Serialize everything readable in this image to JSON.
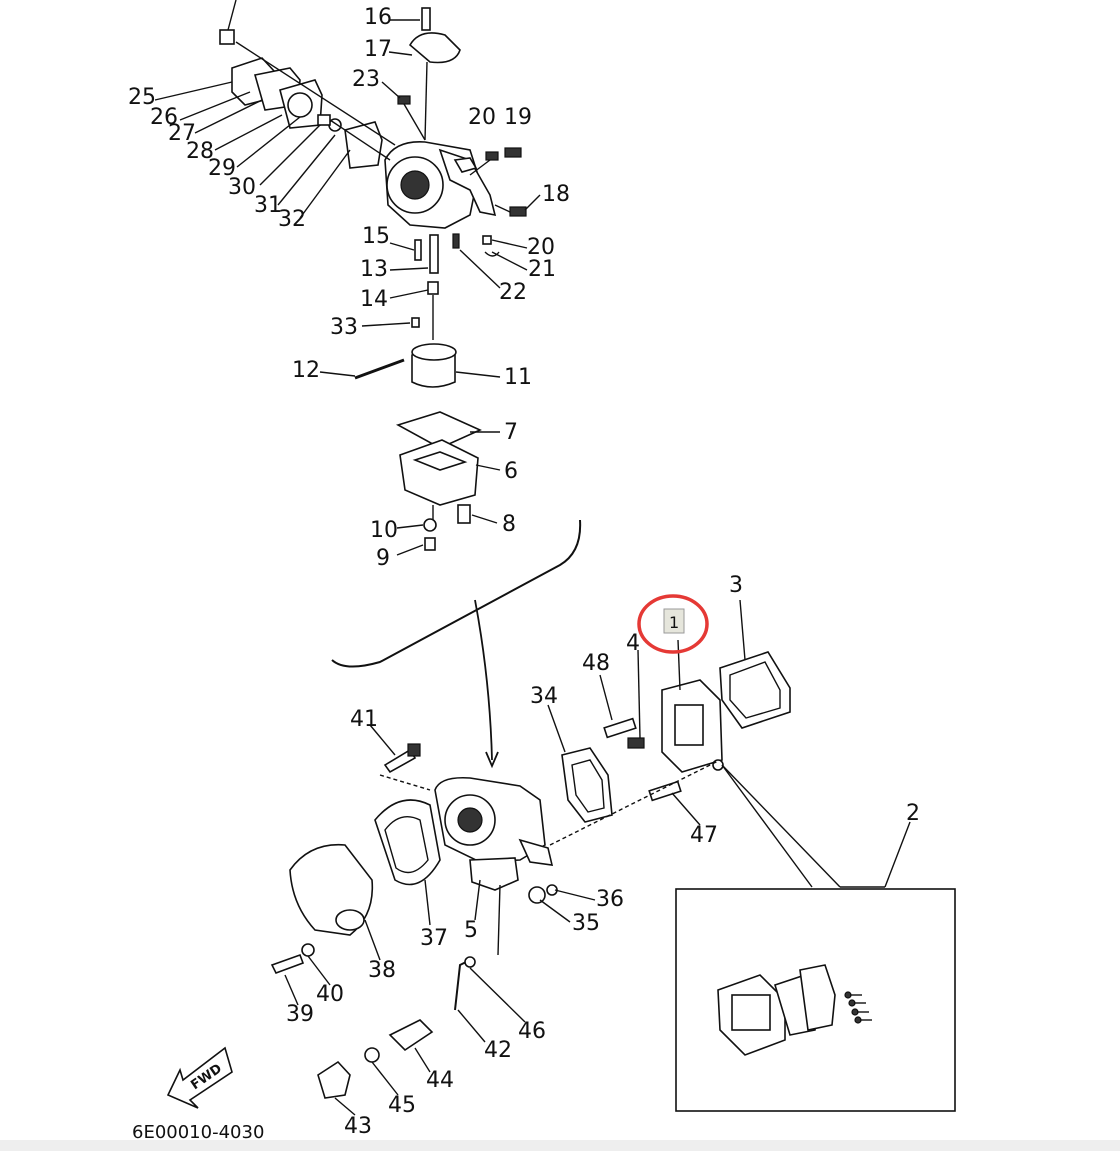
{
  "diagram": {
    "part_labels": [
      "16",
      "17",
      "23",
      "25",
      "26",
      "27",
      "28",
      "29",
      "30",
      "31",
      "32",
      "20",
      "19",
      "18",
      "15",
      "13",
      "20",
      "21",
      "22",
      "14",
      "33",
      "12",
      "11",
      "7",
      "6",
      "10",
      "8",
      "9",
      "3",
      "1",
      "48",
      "4",
      "34",
      "41",
      "47",
      "2",
      "36",
      "35",
      "37",
      "5",
      "38",
      "40",
      "39",
      "46",
      "42",
      "44",
      "45",
      "43"
    ],
    "highlighted_label": "1",
    "highlight_color": "#e53935",
    "fwd_arrow_text": "FWD",
    "diagram_code": "6E00010-4030"
  }
}
